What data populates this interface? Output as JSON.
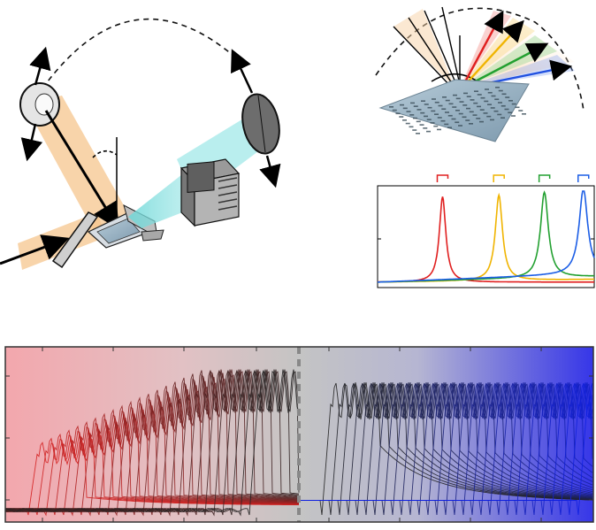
{
  "figure": {
    "setup_panel": {
      "components": [
        "rotating-detector-arm-left",
        "rotating-lens-right",
        "sample-stage",
        "camera",
        "incident-beam-mirror"
      ]
    },
    "grating_panel": {
      "diffracted_colors": [
        "#e02020",
        "#f0b400",
        "#22a030",
        "#2050e0"
      ]
    },
    "chart_data": [
      {
        "type": "line",
        "title": "",
        "xlabel": "",
        "ylabel": "",
        "series": [
          {
            "name": "",
            "color": "#e02020",
            "peak_x": 0.3,
            "width": 0.018
          },
          {
            "name": "",
            "color": "#f0b400",
            "peak_x": 0.56,
            "width": 0.02
          },
          {
            "name": "",
            "color": "#22a030",
            "peak_x": 0.77,
            "width": 0.022
          },
          {
            "name": "",
            "color": "#1c5ee6",
            "peak_x": 0.95,
            "width": 0.024
          }
        ],
        "xlim": [
          0,
          1
        ],
        "ylim": [
          0,
          1
        ],
        "grid": false
      },
      {
        "type": "line",
        "title": "",
        "xlabel": "",
        "ylabel": "",
        "background_gradient": [
          "#f3a7ad",
          "#d8c8cc",
          "#c0c0c0",
          "#c8c8d8",
          "#3030e0"
        ],
        "divider_style": "dashed-vertical",
        "left_group": {
          "count": 26,
          "color_start": "#d42020",
          "color_end": "#222222"
        },
        "right_group": {
          "count": 30,
          "color_start": "#222222",
          "color_end": "#1020e0"
        },
        "grid": false
      }
    ]
  }
}
